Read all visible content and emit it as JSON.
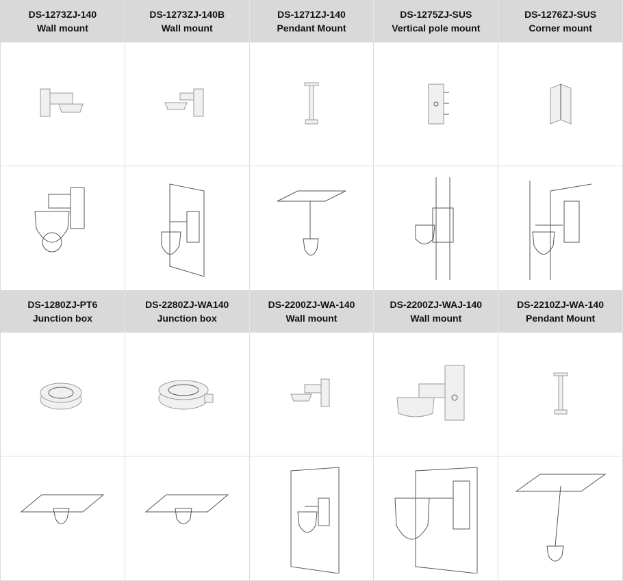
{
  "sections": [
    {
      "products": [
        {
          "model": "DS-1273ZJ-140",
          "type": "Wall mount"
        },
        {
          "model": "DS-1273ZJ-140B",
          "type": "Wall mount"
        },
        {
          "model": "DS-1271ZJ-140",
          "type": "Pendant Mount"
        },
        {
          "model": "DS-1275ZJ-SUS",
          "type": "Vertical pole mount"
        },
        {
          "model": "DS-1276ZJ-SUS",
          "type": "Corner mount"
        }
      ]
    },
    {
      "products": [
        {
          "model": "DS-1280ZJ-PT6",
          "type": "Junction box"
        },
        {
          "model": "DS-2280ZJ-WA140",
          "type": "Junction box"
        },
        {
          "model": "DS-2200ZJ-WA-140",
          "type": "Wall mount"
        },
        {
          "model": "DS-2200ZJ-WAJ-140",
          "type": "Wall mount"
        },
        {
          "model": "DS-2210ZJ-WA-140",
          "type": "Pendant Mount"
        }
      ]
    }
  ]
}
